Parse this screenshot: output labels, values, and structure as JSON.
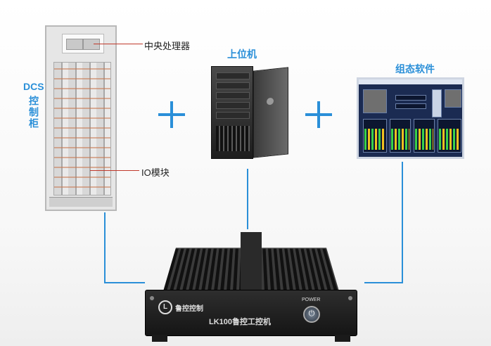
{
  "labels": {
    "cabinet": "DCS控制柜",
    "cabinet_dcs": "DCS",
    "cabinet_rest": "控制柜",
    "cpu": "中央处理器",
    "io": "IO模块",
    "host": "上位机",
    "software": "组态软件"
  },
  "ipc": {
    "brand": "鲁控控制",
    "brand_mark": "L",
    "model": "LK100鲁控工控机",
    "power_label": "POWER",
    "power_symbol": "⏻"
  },
  "colors": {
    "accent": "#2a8fd8",
    "label_dark": "#222222"
  }
}
